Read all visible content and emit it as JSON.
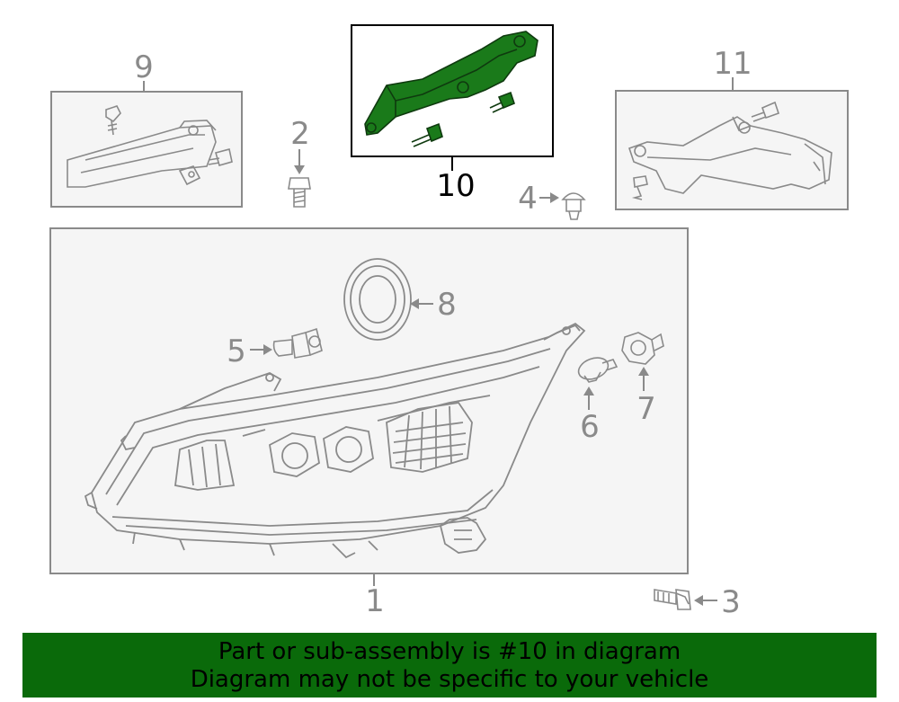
{
  "colors": {
    "highlight": "#1a7a1a",
    "banner_bg": "#0a6a0a",
    "line_gray": "#8a8a8a",
    "box_fill": "#f5f5f5"
  },
  "diagram": {
    "highlighted_part": "10",
    "callouts": {
      "c1": "1",
      "c2": "2",
      "c3": "3",
      "c4": "4",
      "c5": "5",
      "c6": "6",
      "c7": "7",
      "c8": "8",
      "c9": "9",
      "c10": "10",
      "c11": "11"
    }
  },
  "banner": {
    "line1": "Part or sub-assembly is #10 in diagram",
    "line2": "Diagram may not be specific to your vehicle"
  }
}
